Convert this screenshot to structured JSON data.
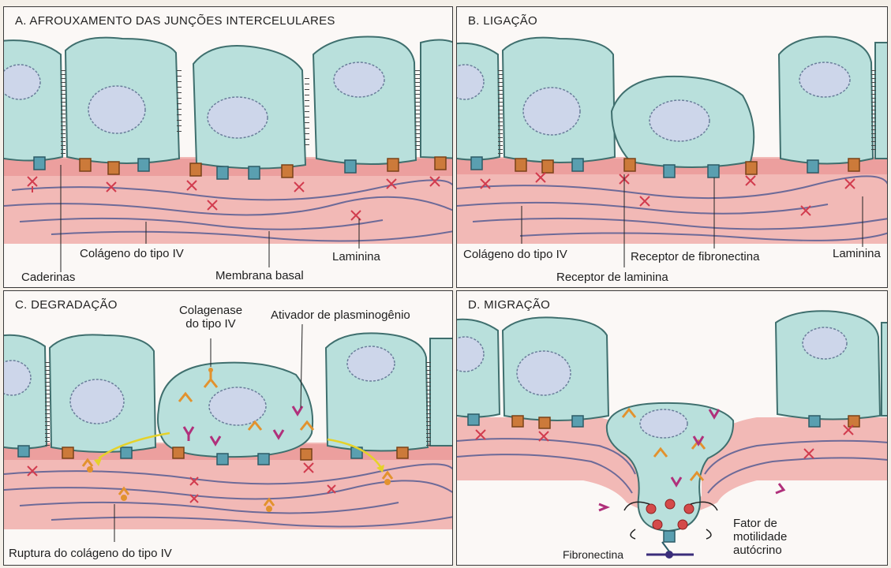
{
  "panels": {
    "a": {
      "title": "A. AFROUXAMENTO DAS JUNÇÕES INTERCELULARES",
      "labels": {
        "collagen": "Colágeno do tipo IV",
        "laminin": "Laminina",
        "cadherins": "Caderinas",
        "basement": "Membrana basal"
      }
    },
    "b": {
      "title": "B. LIGAÇÃO",
      "labels": {
        "collagen": "Colágeno do tipo IV",
        "fibronectin_receptor": "Receptor de fibronectina",
        "laminin": "Laminina",
        "laminin_receptor": "Receptor de laminina"
      }
    },
    "c": {
      "title": "C. DEGRADAÇÃO",
      "labels": {
        "collagenase_line1": "Colagenase",
        "collagenase_line2": "do tipo IV",
        "activator": "Ativador de plasminogênio",
        "rupture": "Ruptura do colágeno do tipo IV"
      }
    },
    "d": {
      "title": "D. MIGRAÇÃO",
      "labels": {
        "factor_line1": "Fator de",
        "factor_line2": "motilidade",
        "factor_line3": "autócrino",
        "fibronectin": "Fibronectina"
      }
    }
  },
  "colors": {
    "cell": "#b9e0dc",
    "cell_outline": "#3f6f6e",
    "nucleus": "#cdd6ea",
    "membrane": "#f2b9b6",
    "membrane_band": "#e78e8d",
    "fiber": "#6d6a98",
    "laminin": "#d23b4e",
    "receptor_blue": "#5a9fb0",
    "receptor_orange": "#cc7a3a",
    "enzyme_orange": "#e2922e",
    "enzyme_magenta": "#b0307b",
    "factor": "#d44a4a",
    "arrow": "#e5d22a"
  }
}
